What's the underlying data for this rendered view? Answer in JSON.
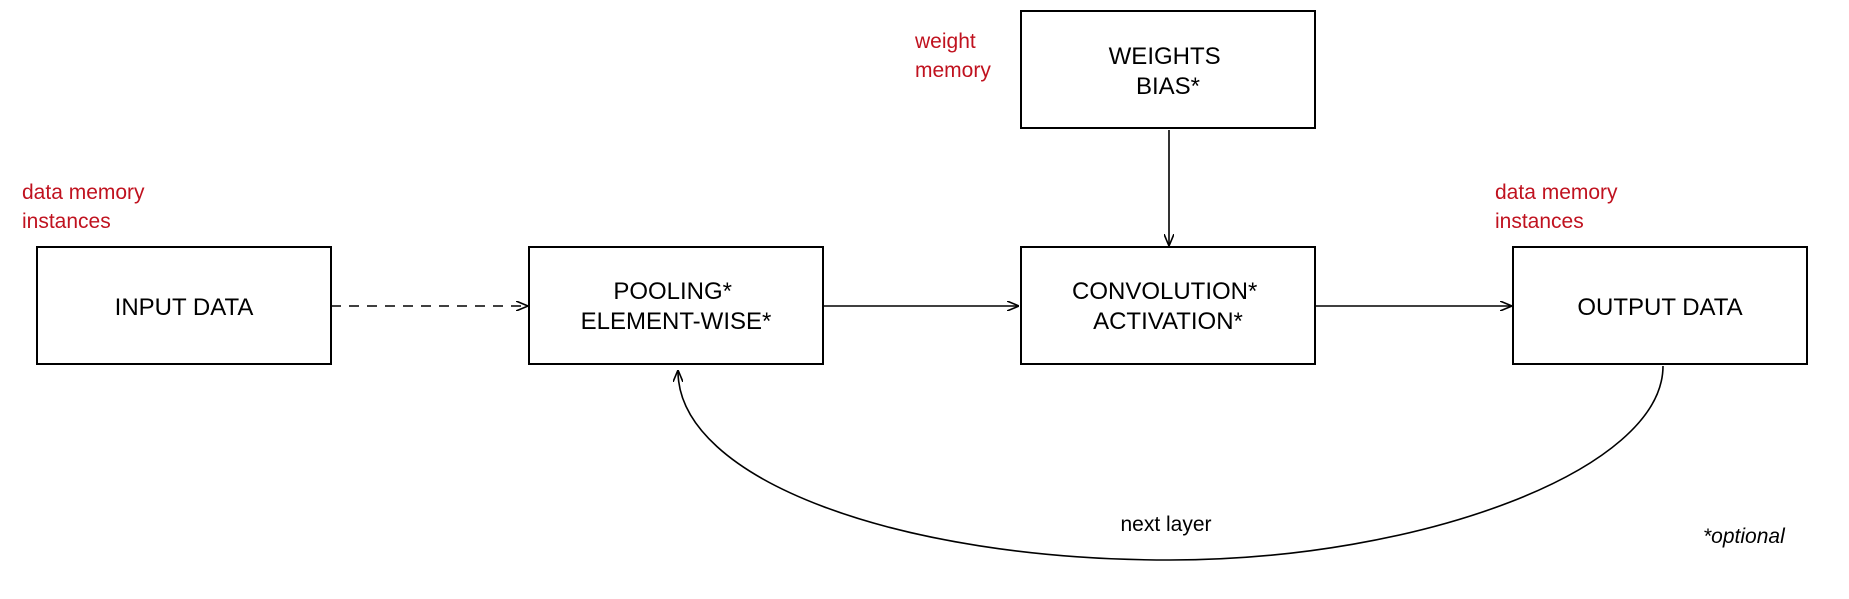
{
  "colors": {
    "annotation": "#c0121f",
    "stroke": "#000000",
    "background": "#ffffff"
  },
  "annotations": {
    "input_memory": [
      "data memory",
      "instances"
    ],
    "weight_memory": [
      "weight",
      "memory"
    ],
    "output_memory": [
      "data memory",
      "instances"
    ]
  },
  "nodes": {
    "input": [
      "INPUT DATA"
    ],
    "pooling": [
      "POOLING*",
      "ELEMENT-WISE*"
    ],
    "weights": [
      "WEIGHTS",
      "BIAS*"
    ],
    "convolution": [
      "CONVOLUTION*",
      "ACTIVATION*"
    ],
    "output": [
      "OUTPUT DATA"
    ]
  },
  "edges": {
    "next_layer_label": "next layer"
  },
  "note": "*optional"
}
